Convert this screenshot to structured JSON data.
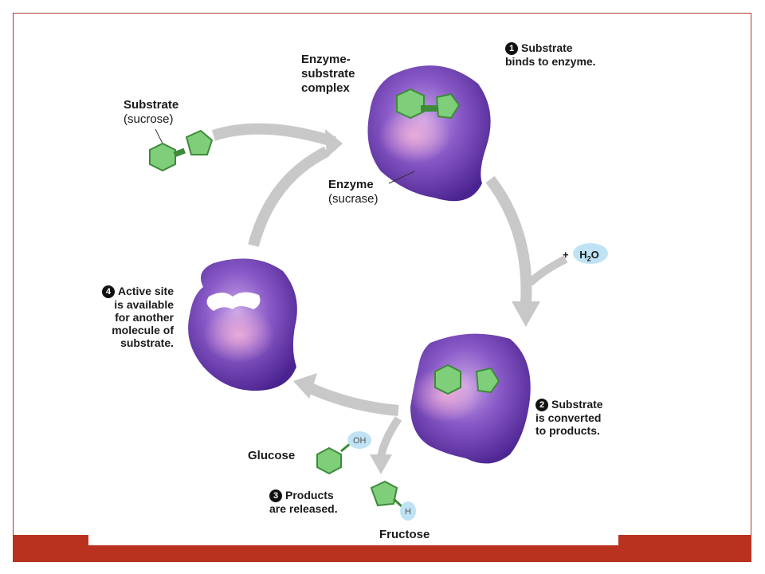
{
  "labels": {
    "complex": [
      "Enzyme-",
      "substrate",
      "complex"
    ],
    "substrate_title": "Substrate",
    "substrate_sub": "(sucrose)",
    "enzyme_title": "Enzyme",
    "enzyme_sub": "(sucrase)",
    "glucose": "Glucose",
    "fructose": "Fructose",
    "oh": "OH",
    "h": "H",
    "water_plus": "+",
    "water": "H",
    "water_sub": "2",
    "water_o": "O"
  },
  "steps": [
    {
      "num": "1",
      "lines": [
        "Substrate",
        "binds to enzyme."
      ]
    },
    {
      "num": "2",
      "lines": [
        "Substrate",
        "is converted",
        "to products."
      ]
    },
    {
      "num": "3",
      "lines": [
        "Products",
        "are released."
      ]
    },
    {
      "num": "4",
      "lines": [
        "Active site",
        "is available",
        "for another",
        "molecule of",
        "substrate."
      ]
    }
  ],
  "colors": {
    "frame": "#b03a2e",
    "footer": "#b9321f",
    "enzyme": "#6b3fb0",
    "substrate": "#7fcf7a",
    "arrow": "#c8c8c8",
    "water_bubble": "#bfe3f5"
  }
}
